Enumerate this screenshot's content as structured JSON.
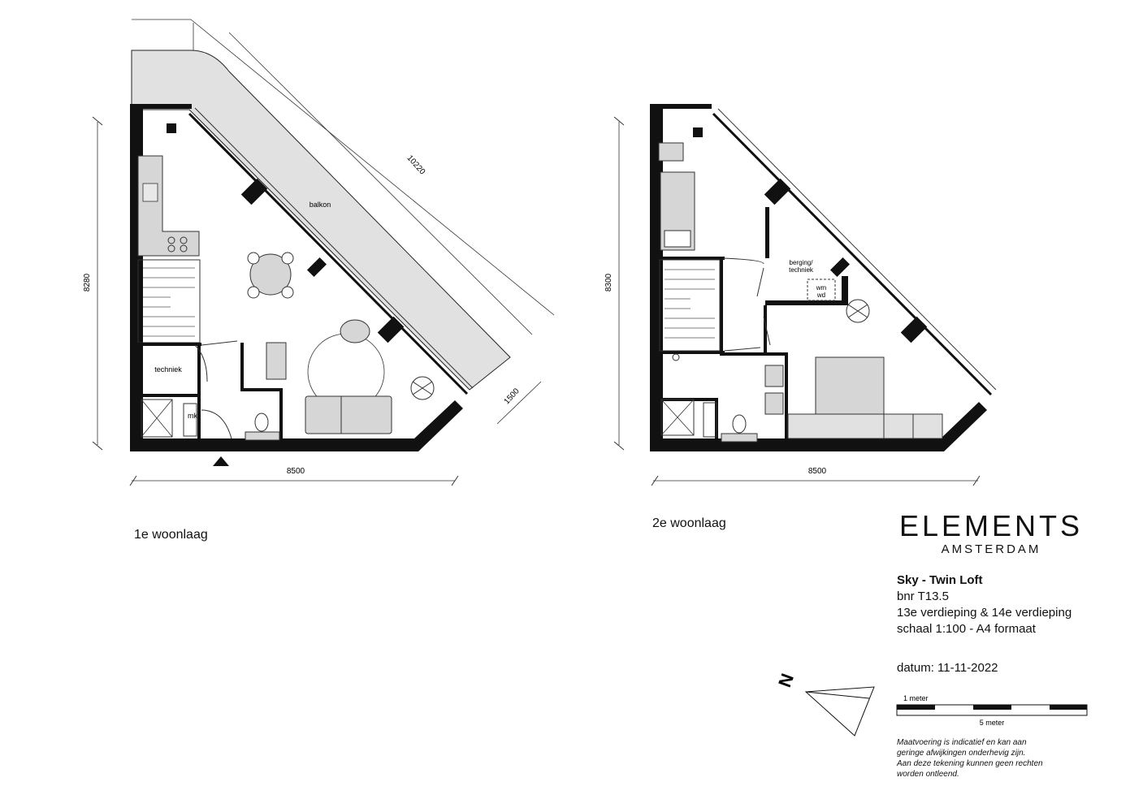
{
  "floors": [
    {
      "label": "1e woonlaag",
      "width_dim": "8500",
      "height_dim": "8280",
      "diag_dim": "10220",
      "balcony_dim": "1500",
      "rooms": {
        "balcony": "balkon",
        "tech": "techniek",
        "mk": "mk"
      }
    },
    {
      "label": "2e woonlaag",
      "width_dim": "8500",
      "height_dim": "8300",
      "rooms": {
        "storage_a": "berging/",
        "storage_b": "techniek",
        "wm": "wm",
        "wd": "wd"
      }
    }
  ],
  "brand": {
    "name": "ELEMENTS",
    "city": "AMSTERDAM"
  },
  "info": {
    "title": "Sky - Twin Loft",
    "unit": "bnr T13.5",
    "floors": "13e verdieping & 14e verdieping",
    "scale": "schaal 1:100 - A4 formaat",
    "date": "datum: 11-11-2022"
  },
  "scale_bar": {
    "top_label": "1 meter",
    "bottom_label": "5 meter"
  },
  "north": {
    "letter": "N"
  },
  "disclaimer": [
    "Maatvoering is indicatief en kan aan",
    "geringe afwijkingen onderhevig zijn.",
    "Aan deze tekening kunnen geen rechten",
    "worden ontleend."
  ]
}
